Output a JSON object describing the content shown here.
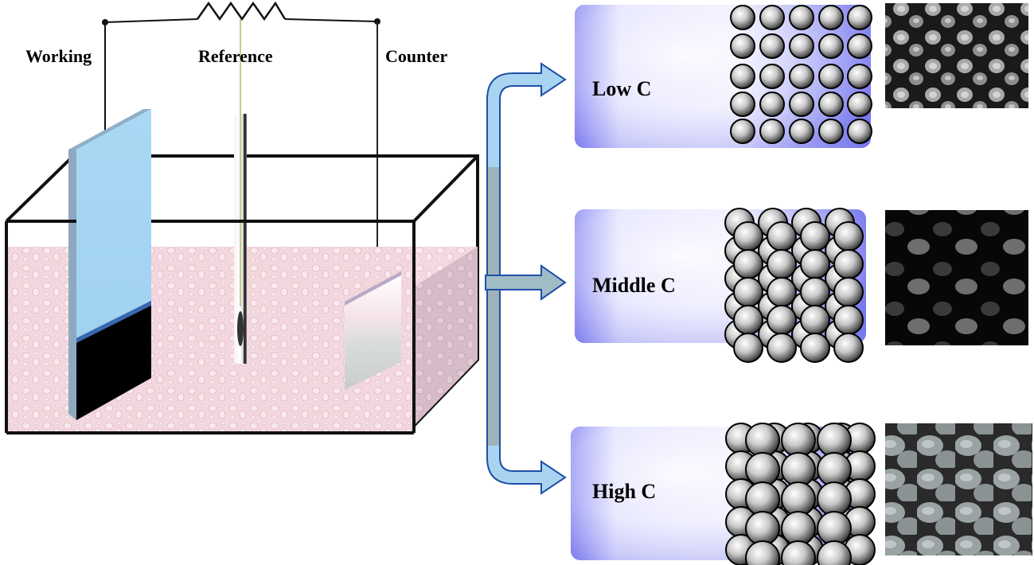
{
  "diagram": {
    "title": "Electrodeposition at different concentrations",
    "electrodes": {
      "working": "Working",
      "reference": "Reference",
      "counter": "Counter"
    },
    "components": {
      "resistor": "resistor-icon",
      "cell": "electrolytic-cell",
      "electrolyte": "electrolyte-solution"
    },
    "conditions": [
      {
        "label": "Low C",
        "packing": "sparse",
        "sem": "isolated flower-like particles"
      },
      {
        "label": "Middle C",
        "packing": "offset-layered",
        "sem": "partially covered surface"
      },
      {
        "label": "High C",
        "packing": "dense-stacked",
        "sem": "fully covered, large aggregates"
      }
    ],
    "colors": {
      "panel": "#7b7bf0",
      "arrow_fill": "#a8d4f0",
      "arrow_stroke": "#1f4fa8",
      "electrolyte": "#f0d4dc",
      "working_electrode": "#a9d8f5",
      "deposit": "#000000"
    }
  }
}
